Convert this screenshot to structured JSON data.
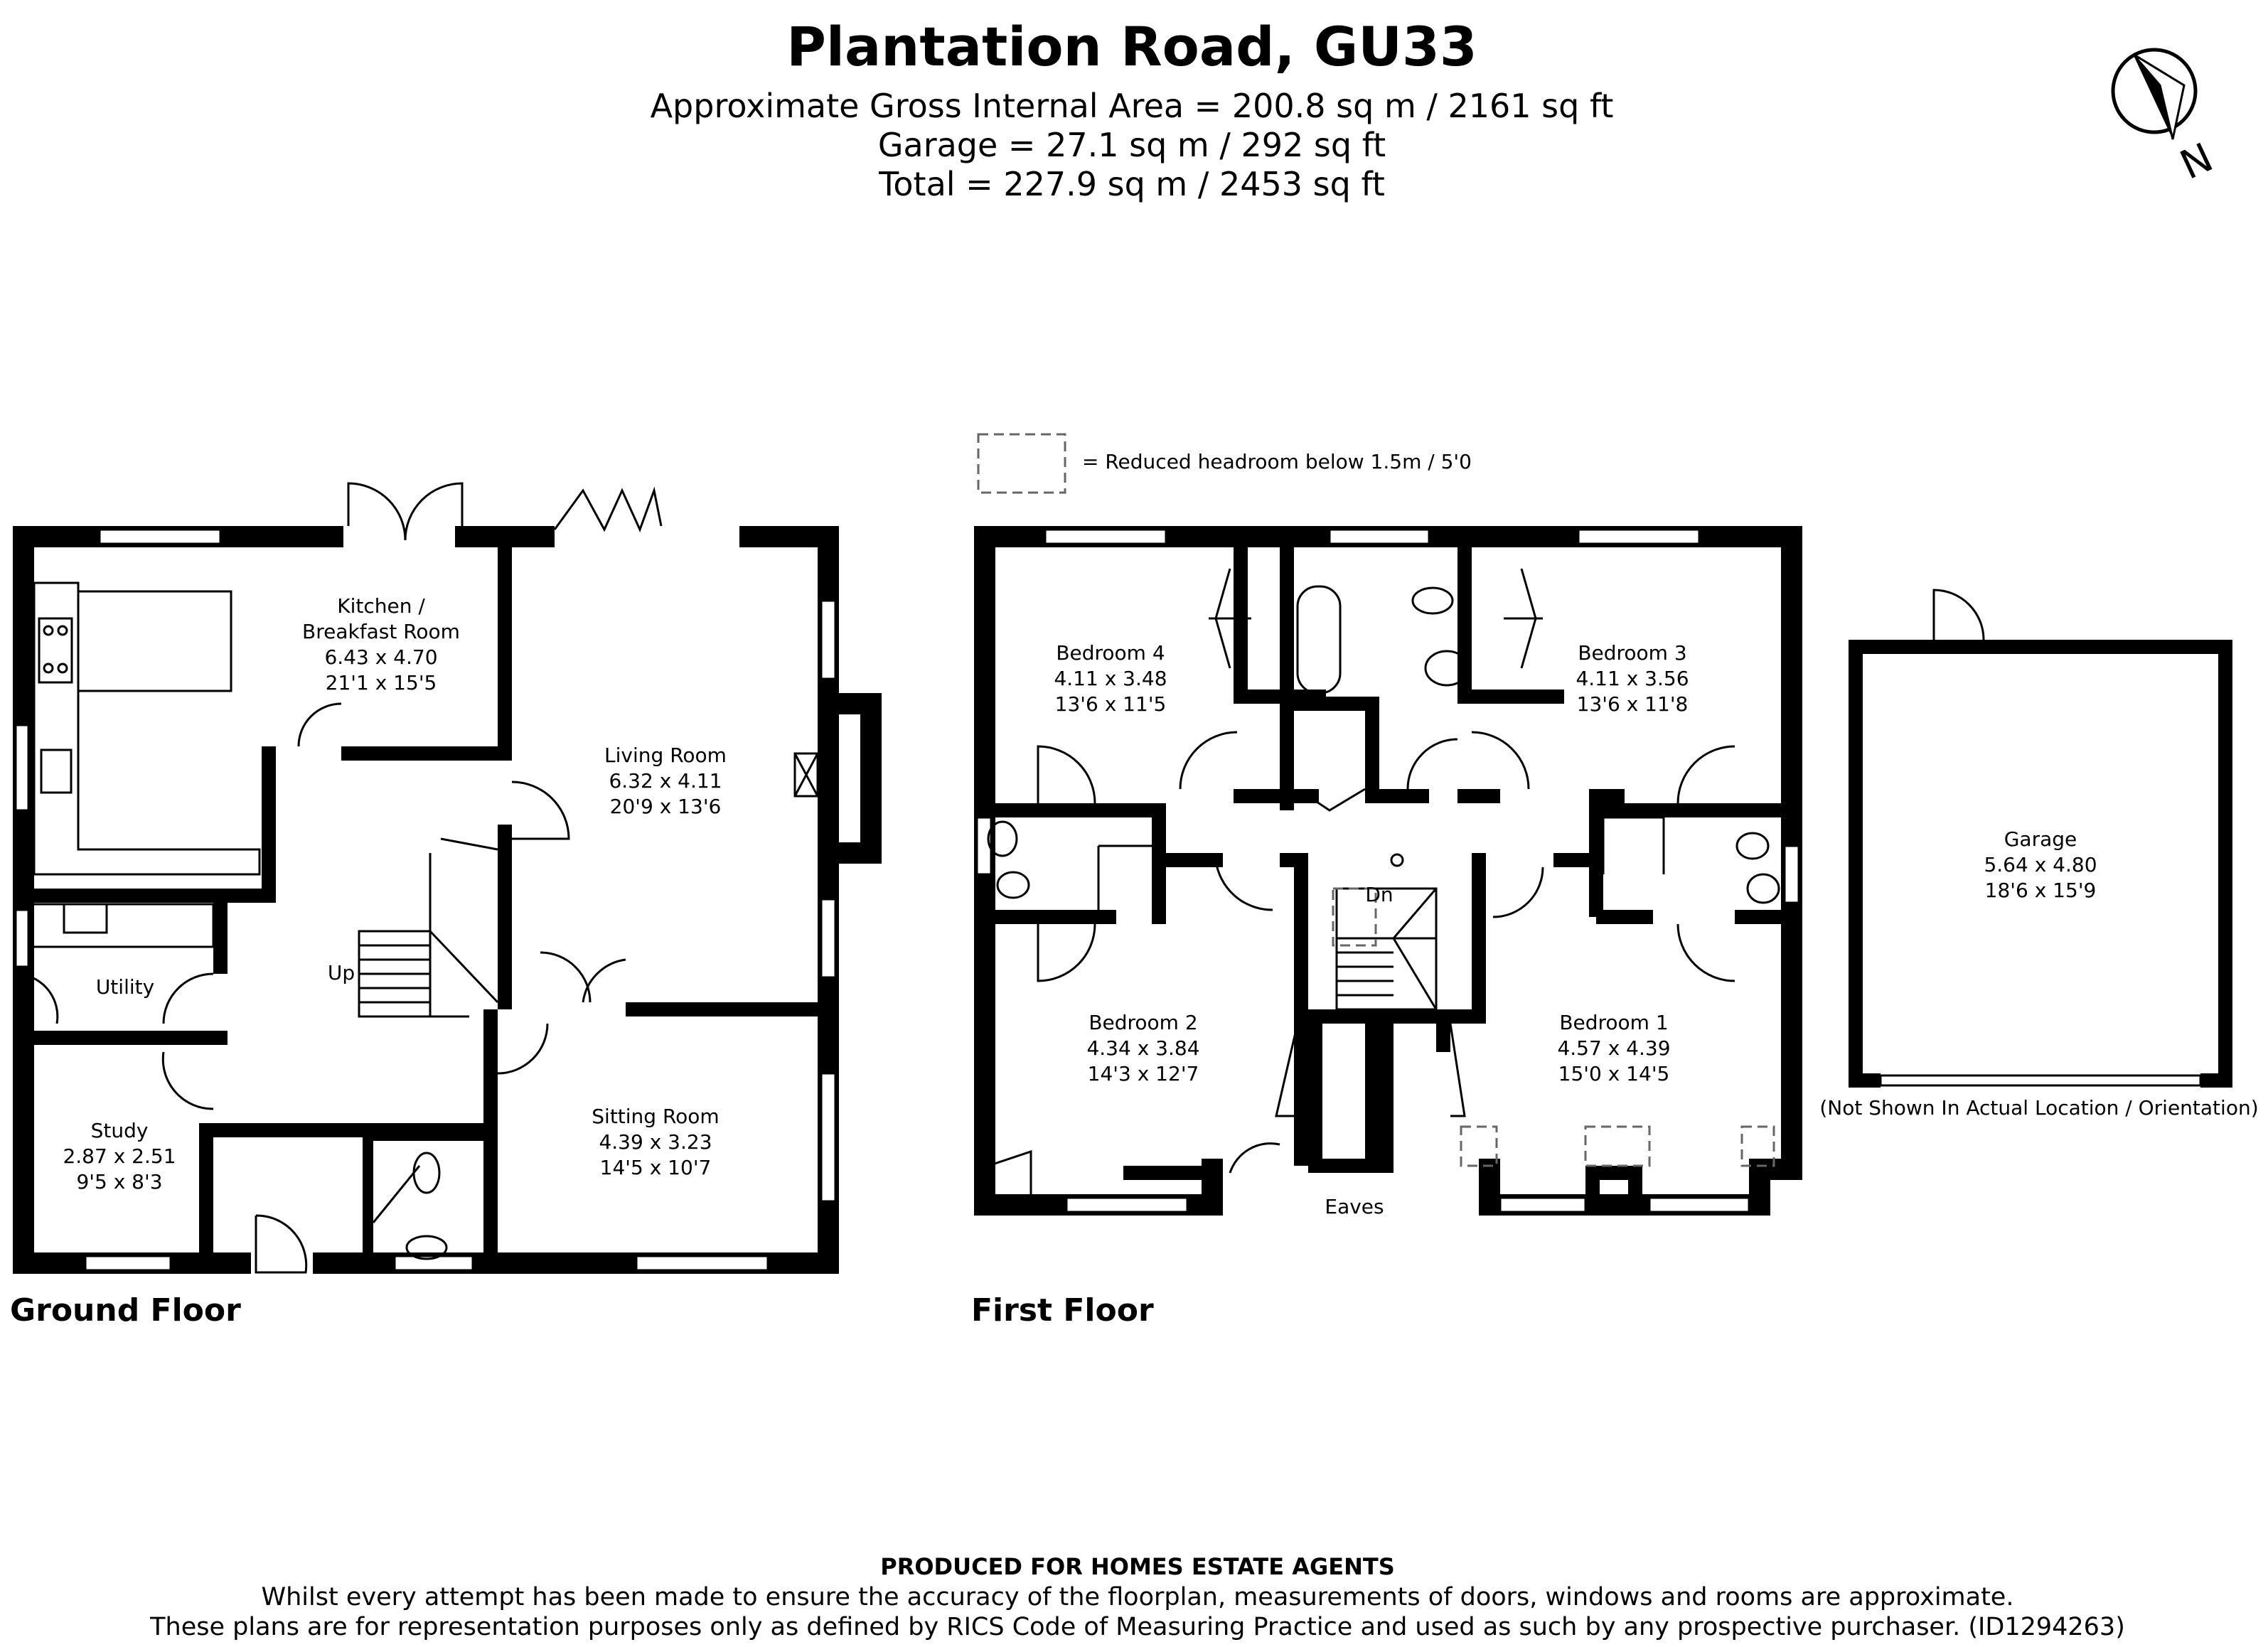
{
  "header": {
    "title": "Plantation Road, GU33",
    "area_lines": [
      "Approximate Gross Internal Area = 200.8 sq m / 2161 sq ft",
      "Garage = 27.1 sq m / 292 sq ft",
      "Total = 227.9 sq m / 2453 sq ft"
    ],
    "compass_label": "N"
  },
  "legend": {
    "text": "= Reduced headroom below 1.5m / 5'0"
  },
  "ground_floor": {
    "label": "Ground Floor",
    "rooms": {
      "kitchen": {
        "name1": "Kitchen /",
        "name2": "Breakfast Room",
        "metric": "6.43 x 4.70",
        "imperial": "21'1 x 15'5"
      },
      "living": {
        "name": "Living Room",
        "metric": "6.32 x 4.11",
        "imperial": "20'9 x 13'6"
      },
      "utility": {
        "name": "Utility"
      },
      "study": {
        "name": "Study",
        "metric": "2.87 x 2.51",
        "imperial": "9'5 x 8'3"
      },
      "sitting": {
        "name": "Sitting Room",
        "metric": "4.39 x 3.23",
        "imperial": "14'5 x 10'7"
      }
    },
    "stairs_label": "Up"
  },
  "first_floor": {
    "label": "First Floor",
    "rooms": {
      "bed4": {
        "name": "Bedroom 4",
        "metric": "4.11 x 3.48",
        "imperial": "13'6 x 11'5"
      },
      "bed3": {
        "name": "Bedroom 3",
        "metric": "4.11 x 3.56",
        "imperial": "13'6 x 11'8"
      },
      "bed2": {
        "name": "Bedroom 2",
        "metric": "4.34 x 3.84",
        "imperial": "14'3 x 12'7"
      },
      "bed1": {
        "name": "Bedroom 1",
        "metric": "4.57 x 4.39",
        "imperial": "15'0 x 14'5"
      }
    },
    "stairs_label": "Dn",
    "eaves_label": "Eaves"
  },
  "garage": {
    "name": "Garage",
    "metric": "5.64 x 4.80",
    "imperial": "18'6 x 15'9",
    "note": "(Not Shown In Actual Location / Orientation)"
  },
  "footer": {
    "heading": "PRODUCED FOR HOMES ESTATE AGENTS",
    "line1": "Whilst every attempt has been made to ensure the accuracy of the floorplan, measurements of doors, windows and rooms are approximate.",
    "line2": "These plans are for representation purposes only as defined by RICS Code of Measuring Practice and used as such by any prospective purchaser. (ID1294263)"
  }
}
